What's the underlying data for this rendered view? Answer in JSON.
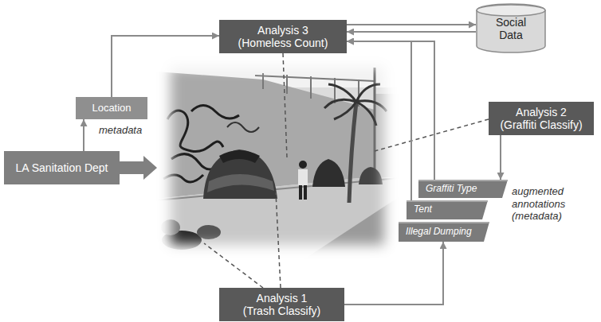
{
  "diagram": {
    "nodes": [
      {
        "text": [
          "Analysis 3 (Homeless Count)"
        ]
      },
      {
        "text": [
          "Social Data"
        ]
      },
      {
        "text": [
          "Analysis 2 (Graffiti Classify)"
        ]
      },
      {
        "text": [
          "Location"
        ]
      },
      {
        "text": [
          "LA Sanitation Dept"
        ]
      },
      {
        "text": [
          "Graffiti Type"
        ]
      },
      {
        "text": [
          "Tent"
        ]
      },
      {
        "text": [
          "Illegal Dumping"
        ]
      },
      {
        "text": [
          "Analysis 1 (Trash Classify)"
        ]
      }
    ],
    "edges": [
      {
        "from": 0,
        "to": 1,
        "arrow": "to"
      },
      {
        "from": 1,
        "to": 0,
        "arrow": "to"
      },
      {
        "from": 4,
        "to": 3,
        "arrow": "to"
      },
      {
        "from": 3,
        "to": 0,
        "arrow": "to"
      },
      {
        "from": 2,
        "to": 5,
        "arrow": "to"
      },
      {
        "from": 8,
        "to": 7,
        "arrow": "to"
      },
      {
        "from": 5,
        "to": 0,
        "arrow": "to"
      },
      {
        "from": 6,
        "to": 0,
        "arrow": "to"
      }
    ],
    "labels": [
      "metadata",
      "augmented annotations (metadata)"
    ]
  }
}
